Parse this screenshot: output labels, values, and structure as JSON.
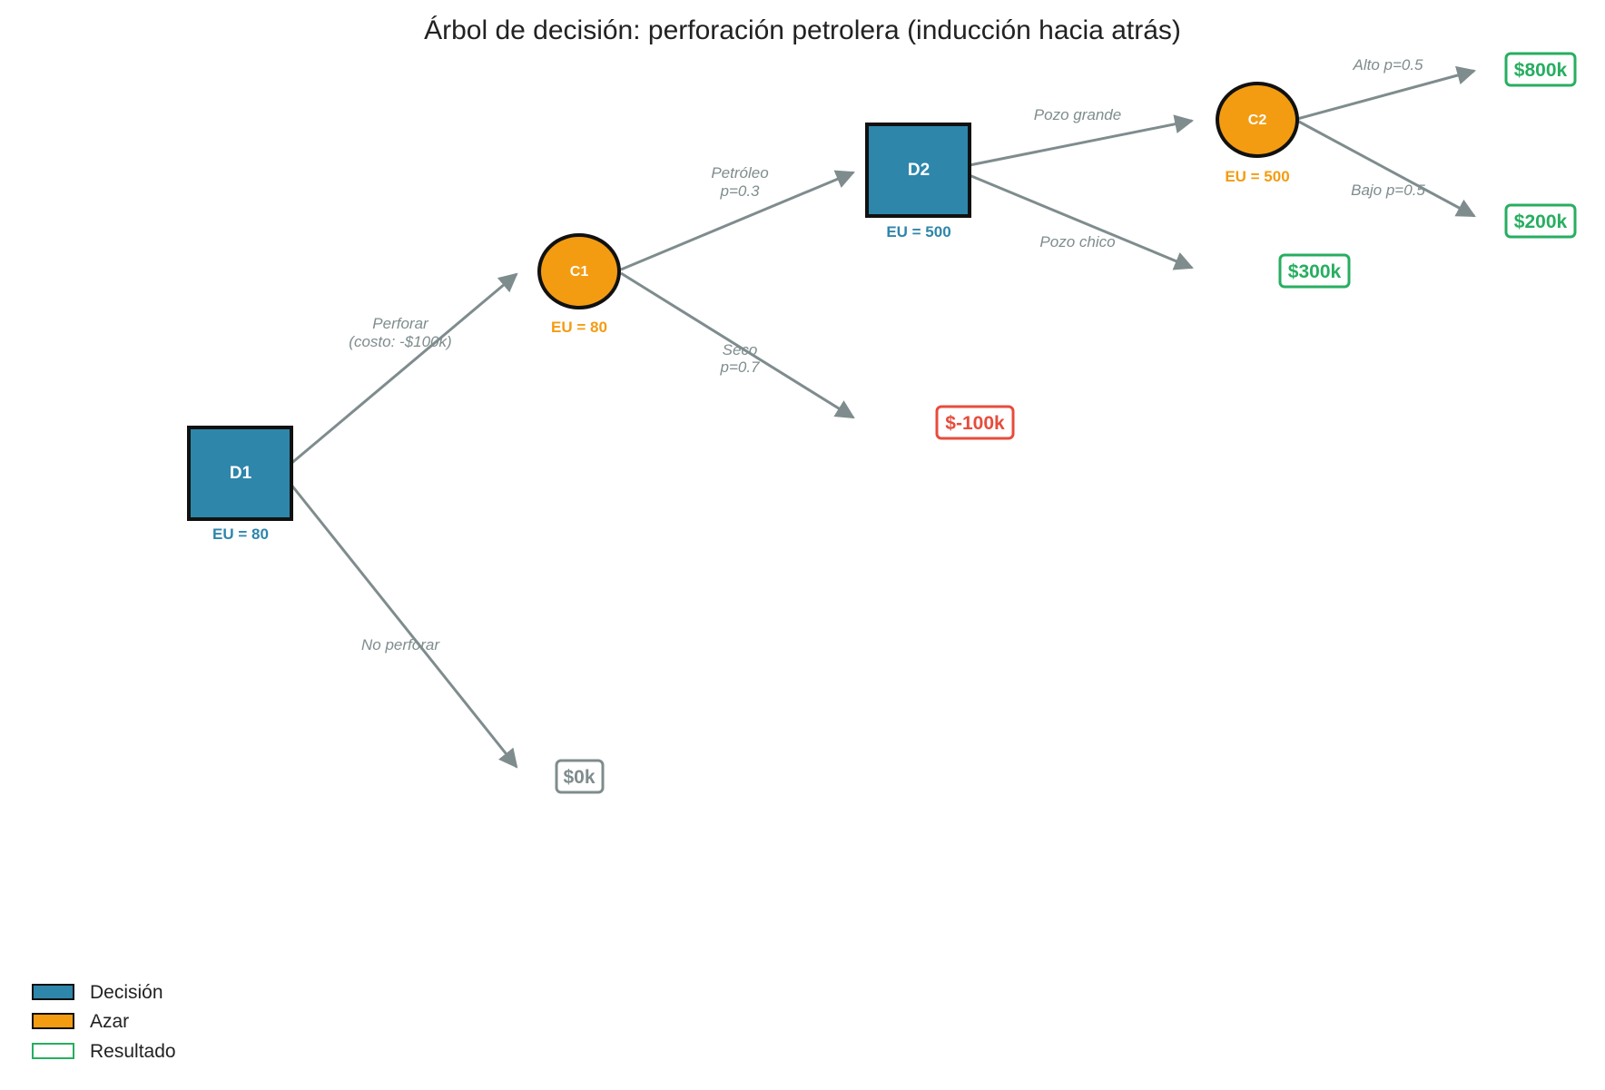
{
  "title": "Árbol de decisión: perforación petrolera (inducción hacia atrás)",
  "colors": {
    "decision": "#2e86ab",
    "chance": "#f39c12",
    "positive": "#27ae60",
    "negative": "#e74c3c",
    "neutral": "#7f8c8d",
    "edge": "#7f8c8d"
  },
  "nodes": {
    "d1": {
      "label": "D1",
      "eu": "EU = 80"
    },
    "c1": {
      "label": "C1",
      "eu": "EU = 80"
    },
    "d2": {
      "label": "D2",
      "eu": "EU = 500"
    },
    "c2": {
      "label": "C2",
      "eu": "EU = 500"
    }
  },
  "edges": {
    "perforar": {
      "line1": "Perforar",
      "line2": "(costo: -$100k)"
    },
    "no_perforar": {
      "line1": "No perforar"
    },
    "petroleo": {
      "line1": "Petróleo",
      "line2": "p=0.3"
    },
    "seco": {
      "line1": "Seco",
      "line2": "p=0.7"
    },
    "pozo_grande": {
      "line1": "Pozo grande"
    },
    "pozo_chico": {
      "line1": "Pozo chico"
    },
    "alto": {
      "line1": "Alto p=0.5"
    },
    "bajo": {
      "line1": "Bajo p=0.5"
    }
  },
  "outcomes": {
    "o800": "$800k",
    "o200": "$200k",
    "o300": "$300k",
    "o_neg100": "$-100k",
    "o0": "$0k"
  },
  "legend": {
    "decision": "Decisión",
    "chance": "Azar",
    "result": "Resultado"
  }
}
